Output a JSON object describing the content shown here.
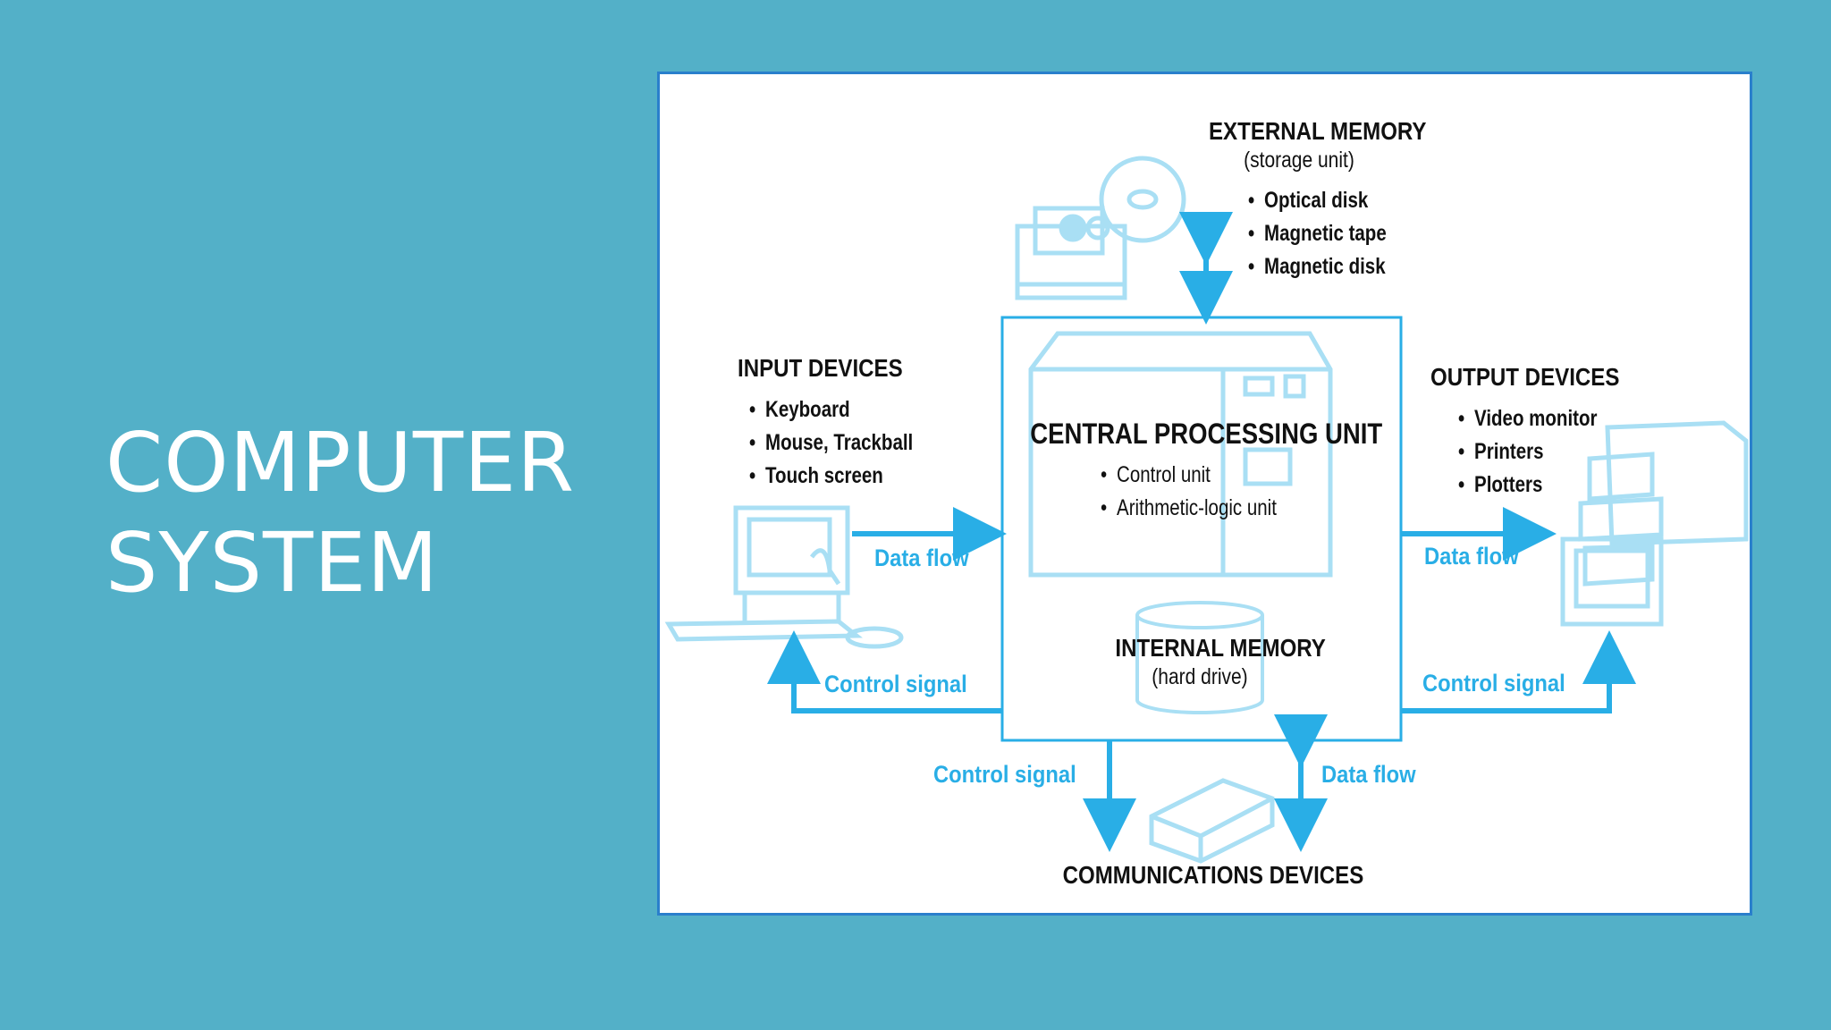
{
  "slide": {
    "title_lines": [
      "COMPUTER",
      "SYSTEM"
    ]
  },
  "diagram": {
    "external_memory": {
      "title": "EXTERNAL MEMORY",
      "subtitle": "(storage unit)",
      "items": [
        "Optical disk",
        "Magnetic tape",
        "Magnetic disk"
      ]
    },
    "input_devices": {
      "title": "INPUT DEVICES",
      "items": [
        "Keyboard",
        "Mouse, Trackball",
        "Touch screen"
      ]
    },
    "cpu": {
      "title": "CENTRAL PROCESSING UNIT",
      "items": [
        "Control unit",
        "Arithmetic-logic unit"
      ]
    },
    "output_devices": {
      "title": "OUTPUT DEVICES",
      "items": [
        "Video monitor",
        "Printers",
        "Plotters"
      ]
    },
    "internal_memory": {
      "title": "INTERNAL MEMORY",
      "subtitle": "(hard drive)"
    },
    "communications": {
      "title": "COMMUNICATIONS DEVICES"
    },
    "flows": {
      "input_data": "Data flow",
      "input_control": "Control signal",
      "output_data": "Data flow",
      "output_control": "Control signal",
      "comm_control": "Control signal",
      "comm_data": "Data flow"
    },
    "colors": {
      "arrow": "#29aee6",
      "line_art": "#a9dff4",
      "border": "#2a7fcc"
    }
  }
}
